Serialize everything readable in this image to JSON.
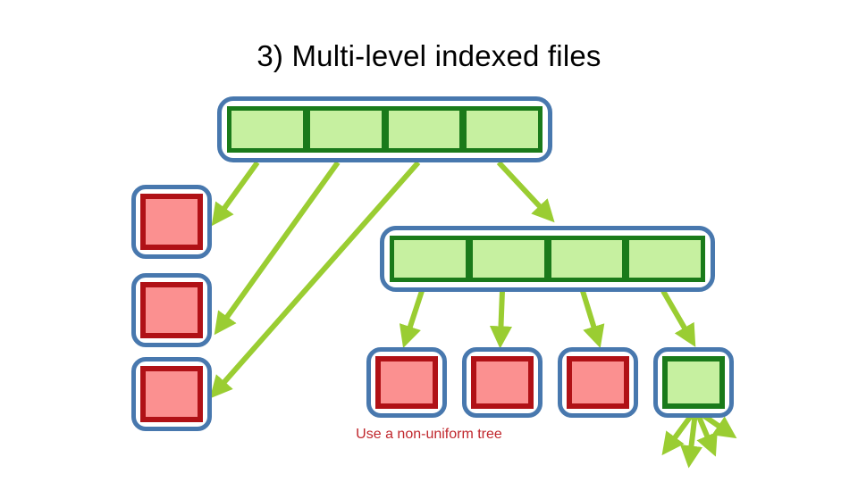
{
  "page": {
    "title": "3) Multi-level indexed files",
    "caption": "Use a non-uniform tree",
    "background_color": "#FFFFFF"
  },
  "colors": {
    "shell_border": "#4878AE",
    "index_cell_border": "#1A7A1A",
    "index_cell_fill": "#C6F0A0",
    "data_block_border": "#B01116",
    "data_block_fill": "#FB9090",
    "arrow": "#9ACD32",
    "title_text": "#000000",
    "caption_text": "#C0272D"
  },
  "diagram": {
    "type": "multi-level-index-tree",
    "root_index": {
      "name": "root-index-block",
      "cell_count": 4,
      "cells": [
        "",
        "",
        "",
        ""
      ]
    },
    "second_level_index": {
      "name": "second-level-index-block",
      "cell_count": 4,
      "cells": [
        "",
        "",
        "",
        ""
      ]
    },
    "left_data_blocks": {
      "name": "left-data-blocks",
      "count": 3,
      "kind": "data",
      "labels": [
        "",
        "",
        ""
      ]
    },
    "bottom_blocks": {
      "name": "bottom-blocks",
      "count": 4,
      "kinds": [
        "data",
        "data",
        "data",
        "index"
      ],
      "labels": [
        "",
        "",
        "",
        ""
      ]
    },
    "leaf_arrows": {
      "name": "leaf-fanout-arrows",
      "count": 4
    },
    "edges": [
      {
        "from": "root-index-block.cell.0",
        "to": "left-data-block-0"
      },
      {
        "from": "root-index-block.cell.1",
        "to": "left-data-block-1"
      },
      {
        "from": "root-index-block.cell.2",
        "to": "left-data-block-2"
      },
      {
        "from": "root-index-block.cell.3",
        "to": "second-level-index-block"
      },
      {
        "from": "second-level-index-block.cell.0",
        "to": "bottom-block-0"
      },
      {
        "from": "second-level-index-block.cell.1",
        "to": "bottom-block-1"
      },
      {
        "from": "second-level-index-block.cell.2",
        "to": "bottom-block-2"
      },
      {
        "from": "second-level-index-block.cell.3",
        "to": "bottom-block-3"
      }
    ]
  }
}
